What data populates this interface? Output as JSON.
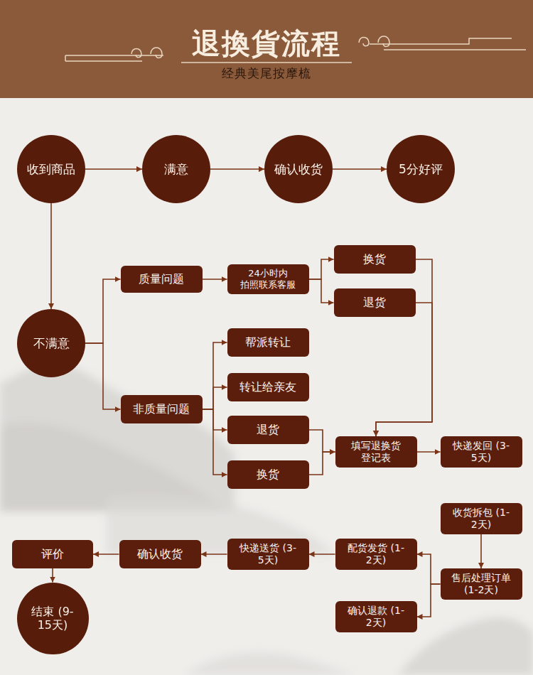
{
  "diagram": {
    "title": "退換貨流程",
    "nodes": [
      {
        "text": [
          "收到商品"
        ]
      },
      {
        "text": [
          "满意"
        ]
      },
      {
        "text": [
          "确认收货"
        ]
      },
      {
        "text": [
          "5分好评"
        ]
      },
      {
        "text": [
          "不满意"
        ]
      },
      {
        "text": [
          "质量问题"
        ]
      },
      {
        "text": [
          "24小时内 拍照联系客服"
        ]
      },
      {
        "text": [
          "换货"
        ]
      },
      {
        "text": [
          "退货"
        ]
      },
      {
        "text": [
          "帮派转让"
        ]
      },
      {
        "text": [
          "转让给亲友"
        ]
      },
      {
        "text": [
          "非质量问题"
        ]
      },
      {
        "text": [
          "退货"
        ]
      },
      {
        "text": [
          "换货"
        ]
      },
      {
        "text": [
          "填写退换货 登记表"
        ]
      },
      {
        "text": [
          "快递发回 (3-5天)"
        ]
      },
      {
        "text": [
          "收货拆包 (1-2天)"
        ]
      },
      {
        "text": [
          "售后处理订单 (1-2天)"
        ]
      },
      {
        "text": [
          "配货发货 (1-2天)"
        ]
      },
      {
        "text": [
          "确认退款 (1-2天)"
        ]
      },
      {
        "text": [
          "快递送货 (3-5天)"
        ]
      },
      {
        "text": [
          "确认收货"
        ]
      },
      {
        "text": [
          "评价"
        ]
      },
      {
        "text": [
          "结束 (9-15天)"
        ]
      }
    ],
    "edges": [
      {
        "from": 0,
        "to": 1,
        "arrow": "to"
      },
      {
        "from": 1,
        "to": 2,
        "arrow": "to"
      },
      {
        "from": 2,
        "to": 3,
        "arrow": "to"
      },
      {
        "from": 0,
        "to": 4,
        "arrow": "to"
      },
      {
        "from": 4,
        "to": 5,
        "arrow": "to"
      },
      {
        "from": 4,
        "to": 11,
        "arrow": "to"
      },
      {
        "from": 5,
        "to": 6,
        "arrow": "to"
      },
      {
        "from": 6,
        "to": 7,
        "arrow": "to"
      },
      {
        "from": 6,
        "to": 8,
        "arrow": "to"
      },
      {
        "from": 7,
        "to": 14,
        "arrow": "to"
      },
      {
        "from": 8,
        "to": 14,
        "arrow": "to"
      },
      {
        "from": 11,
        "to": 9,
        "arrow": "to"
      },
      {
        "from": 11,
        "to": 10,
        "arrow": "to"
      },
      {
        "from": 11,
        "to": 12,
        "arrow": "to"
      },
      {
        "from": 11,
        "to": 13,
        "arrow": "to"
      },
      {
        "from": 12,
        "to": 14,
        "arrow": "to"
      },
      {
        "from": 13,
        "to": 14,
        "arrow": "to"
      },
      {
        "from": 14,
        "to": 15,
        "arrow": "to"
      },
      {
        "from": 16,
        "to": 17,
        "arrow": "to"
      },
      {
        "from": 17,
        "to": 18,
        "arrow": "to"
      },
      {
        "from": 17,
        "to": 19,
        "arrow": "to"
      },
      {
        "from": 18,
        "to": 20,
        "arrow": "to"
      },
      {
        "from": 20,
        "to": 21,
        "arrow": "to"
      },
      {
        "from": 21,
        "to": 22,
        "arrow": "to"
      },
      {
        "from": 22,
        "to": 23,
        "arrow": "to"
      }
    ],
    "labels": [
      "经典美尾按摩梳"
    ]
  }
}
